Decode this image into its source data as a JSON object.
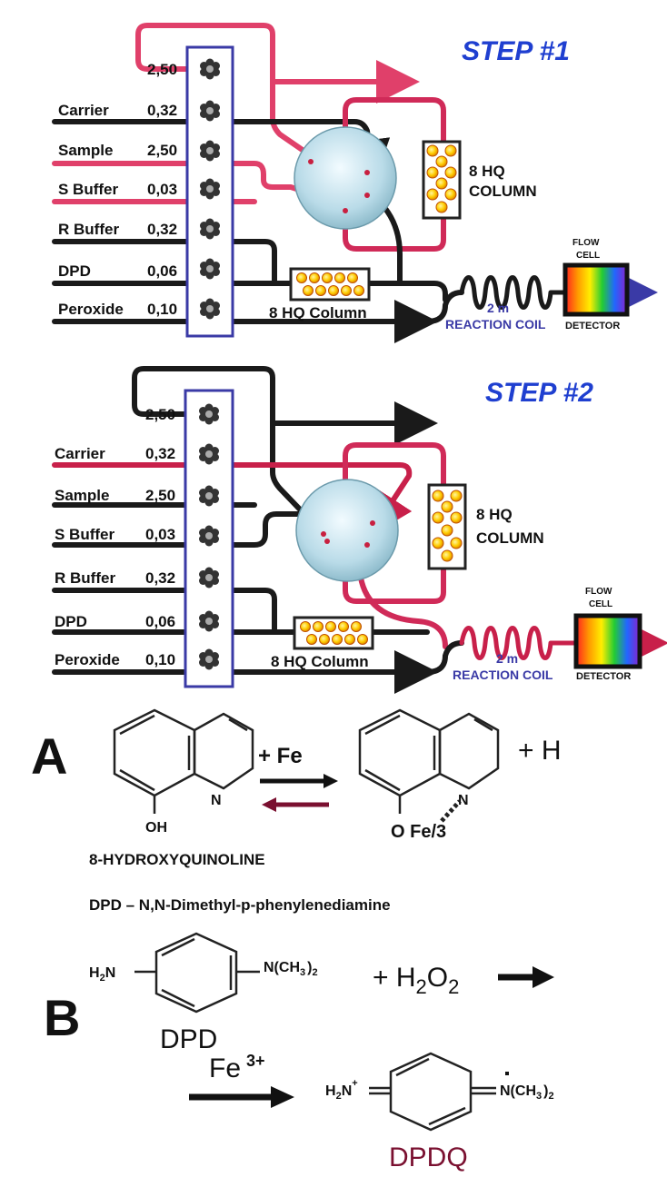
{
  "step1": {
    "title": "STEP #1",
    "channels": [
      {
        "name": "",
        "value": "2,50"
      },
      {
        "name": "Carrier",
        "value": "0,32"
      },
      {
        "name": "Sample",
        "value": "2,50"
      },
      {
        "name": "S Buffer",
        "value": "0,03"
      },
      {
        "name": "R Buffer",
        "value": "0,32"
      },
      {
        "name": "DPD",
        "value": "0,06"
      },
      {
        "name": "Peroxide",
        "value": "0,10"
      }
    ],
    "column_label_1": "8 HQ",
    "column_label_2": "COLUMN",
    "inline_column": "8 HQ Column",
    "coil_length": "2 m",
    "coil_label": "REACTION COIL",
    "flow_cell_1": "FLOW",
    "flow_cell_2": "CELL",
    "detector": "DETECTOR"
  },
  "step2": {
    "title": "STEP #2",
    "channels": [
      {
        "name": "",
        "value": "2,50"
      },
      {
        "name": "Carrier",
        "value": "0,32"
      },
      {
        "name": "Sample",
        "value": "2,50"
      },
      {
        "name": "S Buffer",
        "value": "0,03"
      },
      {
        "name": "R Buffer",
        "value": "0,32"
      },
      {
        "name": "DPD",
        "value": "0,06"
      },
      {
        "name": "Peroxide",
        "value": "0,10"
      }
    ],
    "column_label_1": "8 HQ",
    "column_label_2": "COLUMN",
    "inline_column": "8 HQ Column",
    "coil_length": "2 m",
    "coil_label": "REACTION COIL",
    "flow_cell_1": "FLOW",
    "flow_cell_2": "CELL",
    "detector": "DETECTOR"
  },
  "reactionA": {
    "letter": "A",
    "plus_fe": "+ Fe",
    "plus_h": "+ H",
    "n_left": "N",
    "oh": "OH",
    "n_right": "N",
    "ofe": "O Fe/3",
    "name": "8-HYDROXYQUINOLINE",
    "dpd_def": "DPD – N,N-Dimethyl-p-phenylenediamine"
  },
  "reactionB": {
    "letter": "B",
    "h2n": "H",
    "h2n_sub": "2",
    "h2n_n": "N",
    "nme2": "N(CH",
    "nme2_sub": "3",
    "nme2_end": ")",
    "nme2_sub2": "2",
    "plus_h2o2": "+ H",
    "h2o2_sub1": "2",
    "h2o2_o": "O",
    "h2o2_sub2": "2",
    "dpd": "DPD",
    "fe": "Fe",
    "fe_sup": "3+",
    "dpdq": "DPDQ",
    "q_h": "H",
    "q_sub": "2",
    "q_n": "N",
    "q_plus": "+",
    "q_nme2": "N(CH",
    "q_sub3": "3",
    "q_end": ")",
    "q_sub2": "2"
  },
  "colors": {
    "pink": "#e0406a",
    "crimson": "#c8204a",
    "black": "#1a1a1a",
    "manifold": "#3a3aa6",
    "step_blue": "#1f3fd0",
    "maroon": "#7a1030"
  }
}
